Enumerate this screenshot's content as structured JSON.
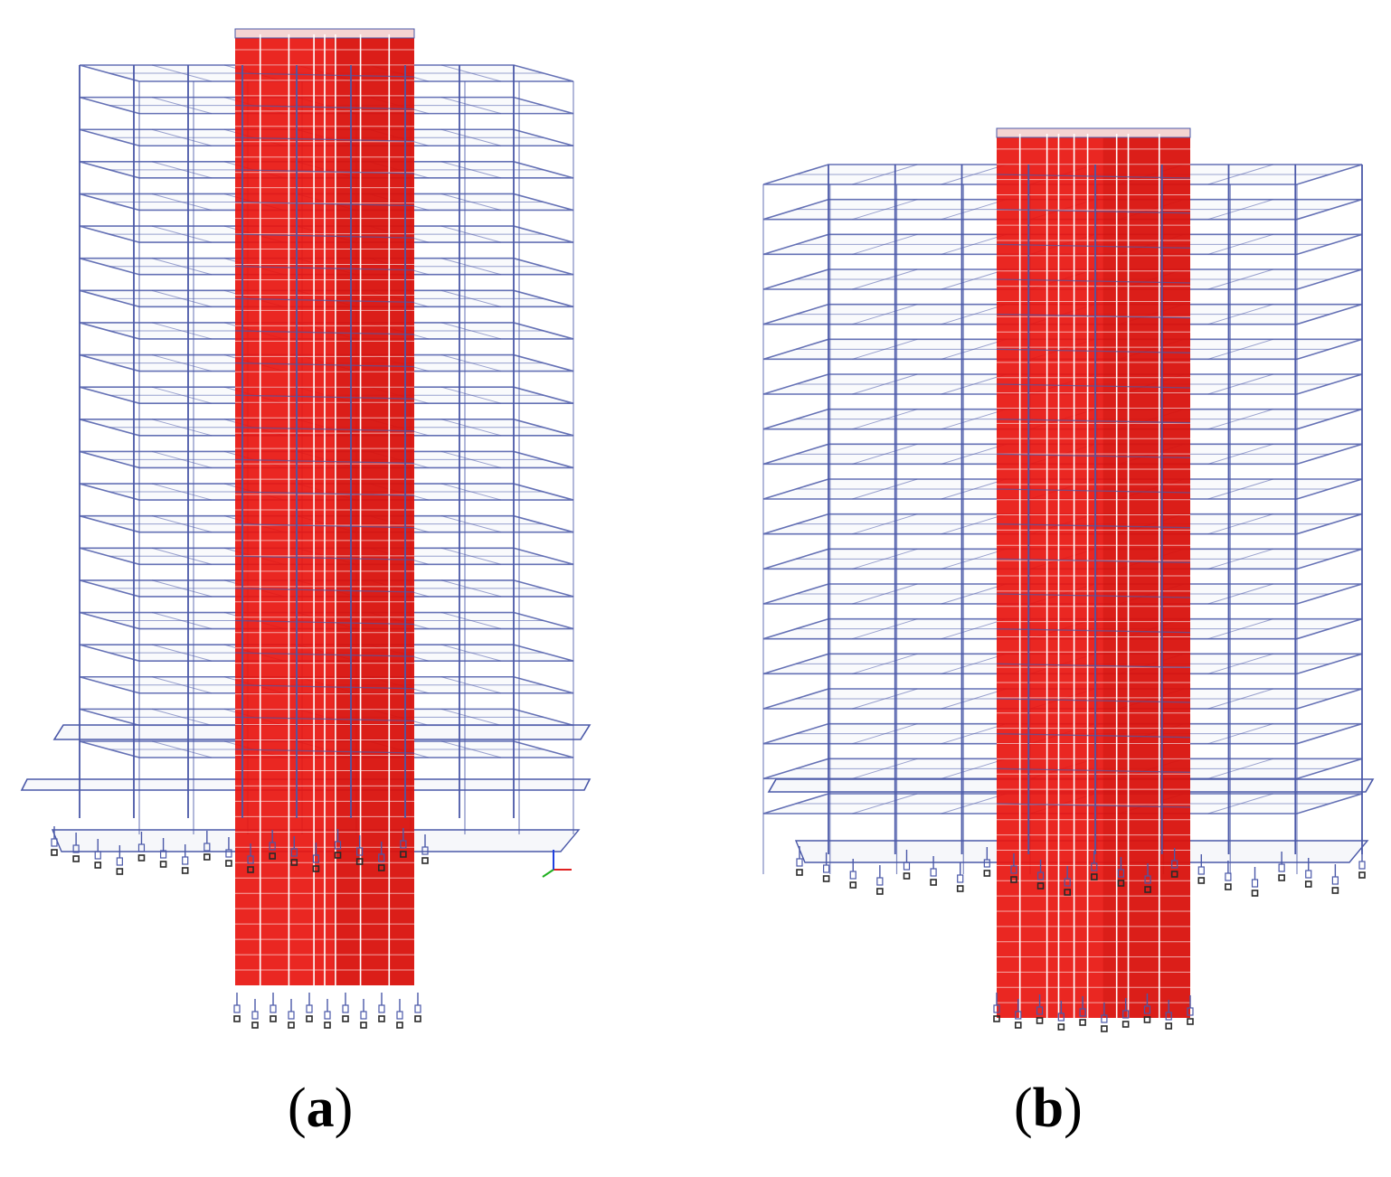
{
  "figure": {
    "panels": [
      {
        "id": "a",
        "label_open": "(",
        "label_letter": "a",
        "label_close": ")",
        "stories": 21,
        "podium_levels": 2
      },
      {
        "id": "b",
        "label_open": "(",
        "label_letter": "b",
        "label_close": ")",
        "stories": 18,
        "podium_levels": 1
      }
    ],
    "colors": {
      "frame": "#4a58a8",
      "slab_fill": "#eef0f6",
      "core_red": "#e8150f",
      "core_dark": "#c00d08",
      "core_grid": "#ffffff",
      "support": "#2a2a2a",
      "axis_x": "#e02020",
      "axis_y": "#20b020",
      "axis_z": "#2040e0"
    }
  }
}
